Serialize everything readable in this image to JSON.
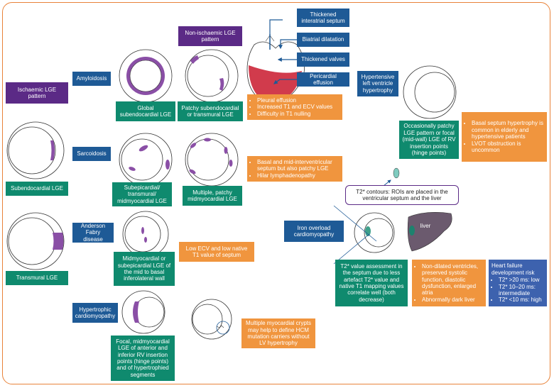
{
  "labels": {
    "ischaemic": "Ischaemic LGE pattern",
    "non_ischaemic": "Non-ischaemic LGE pattern",
    "amyloidosis": "Amyloidosis",
    "sarcoidosis": "Sarcoidosis",
    "anderson_fabry": "Anderson Fabry disease",
    "hcm": "Hypertrophic cardiomyopathy",
    "hypertensive": "Hypertensive left ventricle hypertrophy",
    "iron_overload": "Iron overload cardiomyopathy",
    "liver": "liver"
  },
  "pericardial_labels": {
    "thickened_septum": "Thickened interatrial septum",
    "biatrial": "Biatrial dilatation",
    "thickened_valves": "Thickened valves",
    "pericardial_effusion": "Pericardial effusion"
  },
  "patterns": {
    "subendocardial": "Subendocardial LGE",
    "transmural": "Transmural LGE",
    "global_subendocardial": "Global subendocardial LGE",
    "patchy_subendocardial": "Patchy subendocardial or transmural LGE",
    "subepicardial": "Subepicardial/ transmural/ midmyocardial LGE",
    "multiple_patchy": "Multiple, patchy midmyocardial LGE",
    "fabry_pattern": "Midmyocardial or subepicardial LGE of the mid to basal inferolateral wall",
    "hcm_pattern": "Focal, midmyocardial LGE of anterior and inferior RV insertion points (hinge points) and of hypertrophied segments",
    "hypertensive_pattern": "Occasionally patchy LGE pattern or focal (mid-wall) LGE of RV insertion points (hinge points)",
    "t2_assessment": "T2* value assessment in the septum due to less artefact T2* value and native T1 mapping values correlate well (both decrease)"
  },
  "notes": {
    "amyloid": [
      "Pleural effusion",
      "Increased T1 and ECV values",
      "Difficulty in T1 nulling"
    ],
    "sarcoid": [
      "Basal and mid-interventricular septum but also patchy LGE",
      "Hilar lymphadenopathy"
    ],
    "fabry": "Low ECV and low native T1 value of septum",
    "hcm": "Multiple myocardial crypts may help to define HCM mutation carriers without LV hypertrophy",
    "hypertensive": [
      "Basal septum hypertrophy is common in elderly and hypertensive patients",
      "LVOT obstruction is uncommon"
    ],
    "iron": [
      "Non-dilated ventricles, preserved systolic function, diastolic dysfunction, enlarged atria",
      "Abnormally dark liver"
    ]
  },
  "t2_contours": "T2* contours: ROIs are placed in the ventricular septum and the liver",
  "heart_failure": {
    "title": "Heart failure development risk",
    "items": [
      "T2* >20 ms: low",
      "T2* 10–20 ms: intermediate",
      "T2* <10 ms: high"
    ]
  },
  "colors": {
    "frame": "#e8833a",
    "purple": "#5b2a86",
    "blue": "#1e5a96",
    "teal": "#0f8a6e",
    "orange": "#f0953e",
    "slate": "#3d62ae",
    "lge": "#8a4fa6"
  }
}
